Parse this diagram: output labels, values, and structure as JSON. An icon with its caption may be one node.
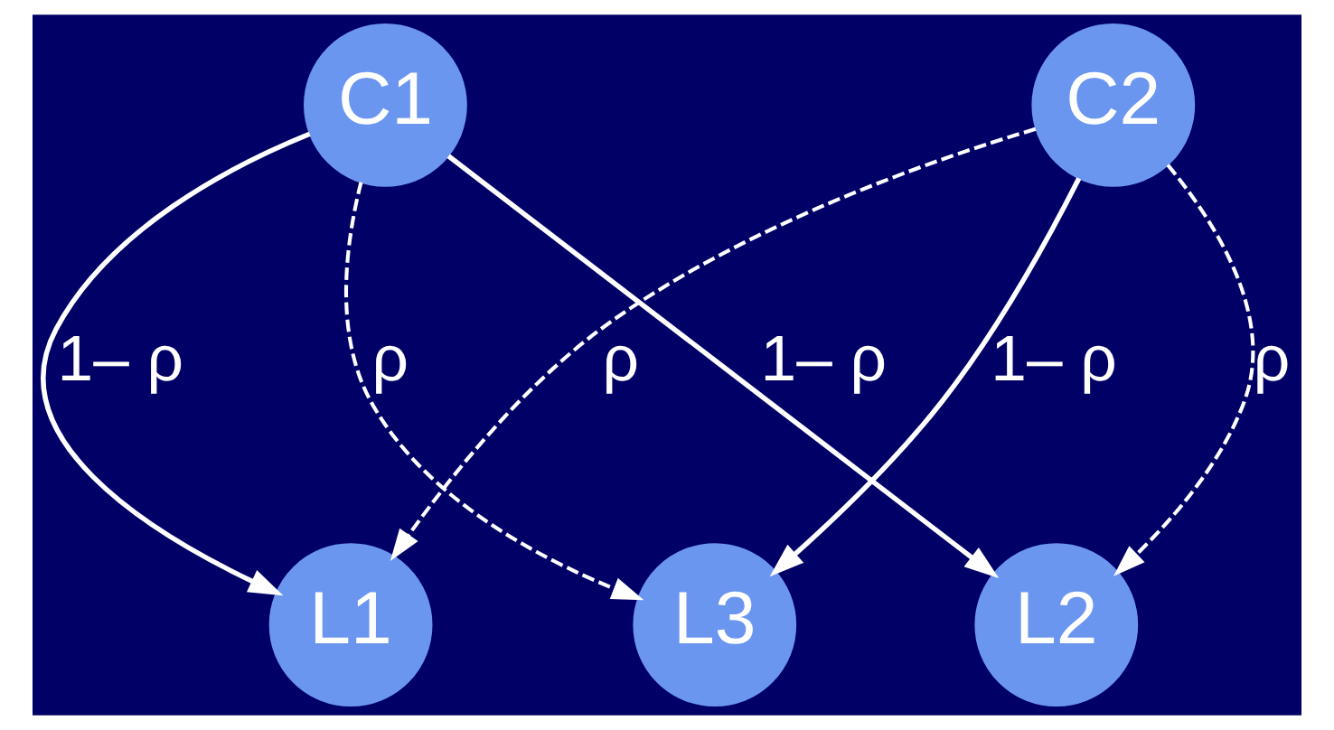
{
  "diagram": {
    "nodes": [
      {
        "text": [
          "C1"
        ]
      },
      {
        "text": [
          "C2"
        ]
      },
      {
        "text": [
          "L1"
        ]
      },
      {
        "text": [
          "L2"
        ]
      },
      {
        "text": [
          "L3"
        ]
      }
    ],
    "edges": [
      {
        "from": 0,
        "to": 2,
        "arrow": "to",
        "label": "1– ρ"
      },
      {
        "from": 0,
        "to": 3,
        "arrow": "to",
        "label": "1– ρ"
      },
      {
        "from": 0,
        "to": 4,
        "arrow": "to",
        "label": "ρ",
        "style": "dashed"
      },
      {
        "from": 1,
        "to": 2,
        "arrow": "to",
        "label": "ρ",
        "style": "dashed"
      },
      {
        "from": 1,
        "to": 3,
        "arrow": "to",
        "label": "ρ",
        "style": "dashed"
      },
      {
        "from": 1,
        "to": 4,
        "arrow": "to",
        "label": "1– ρ"
      }
    ]
  }
}
